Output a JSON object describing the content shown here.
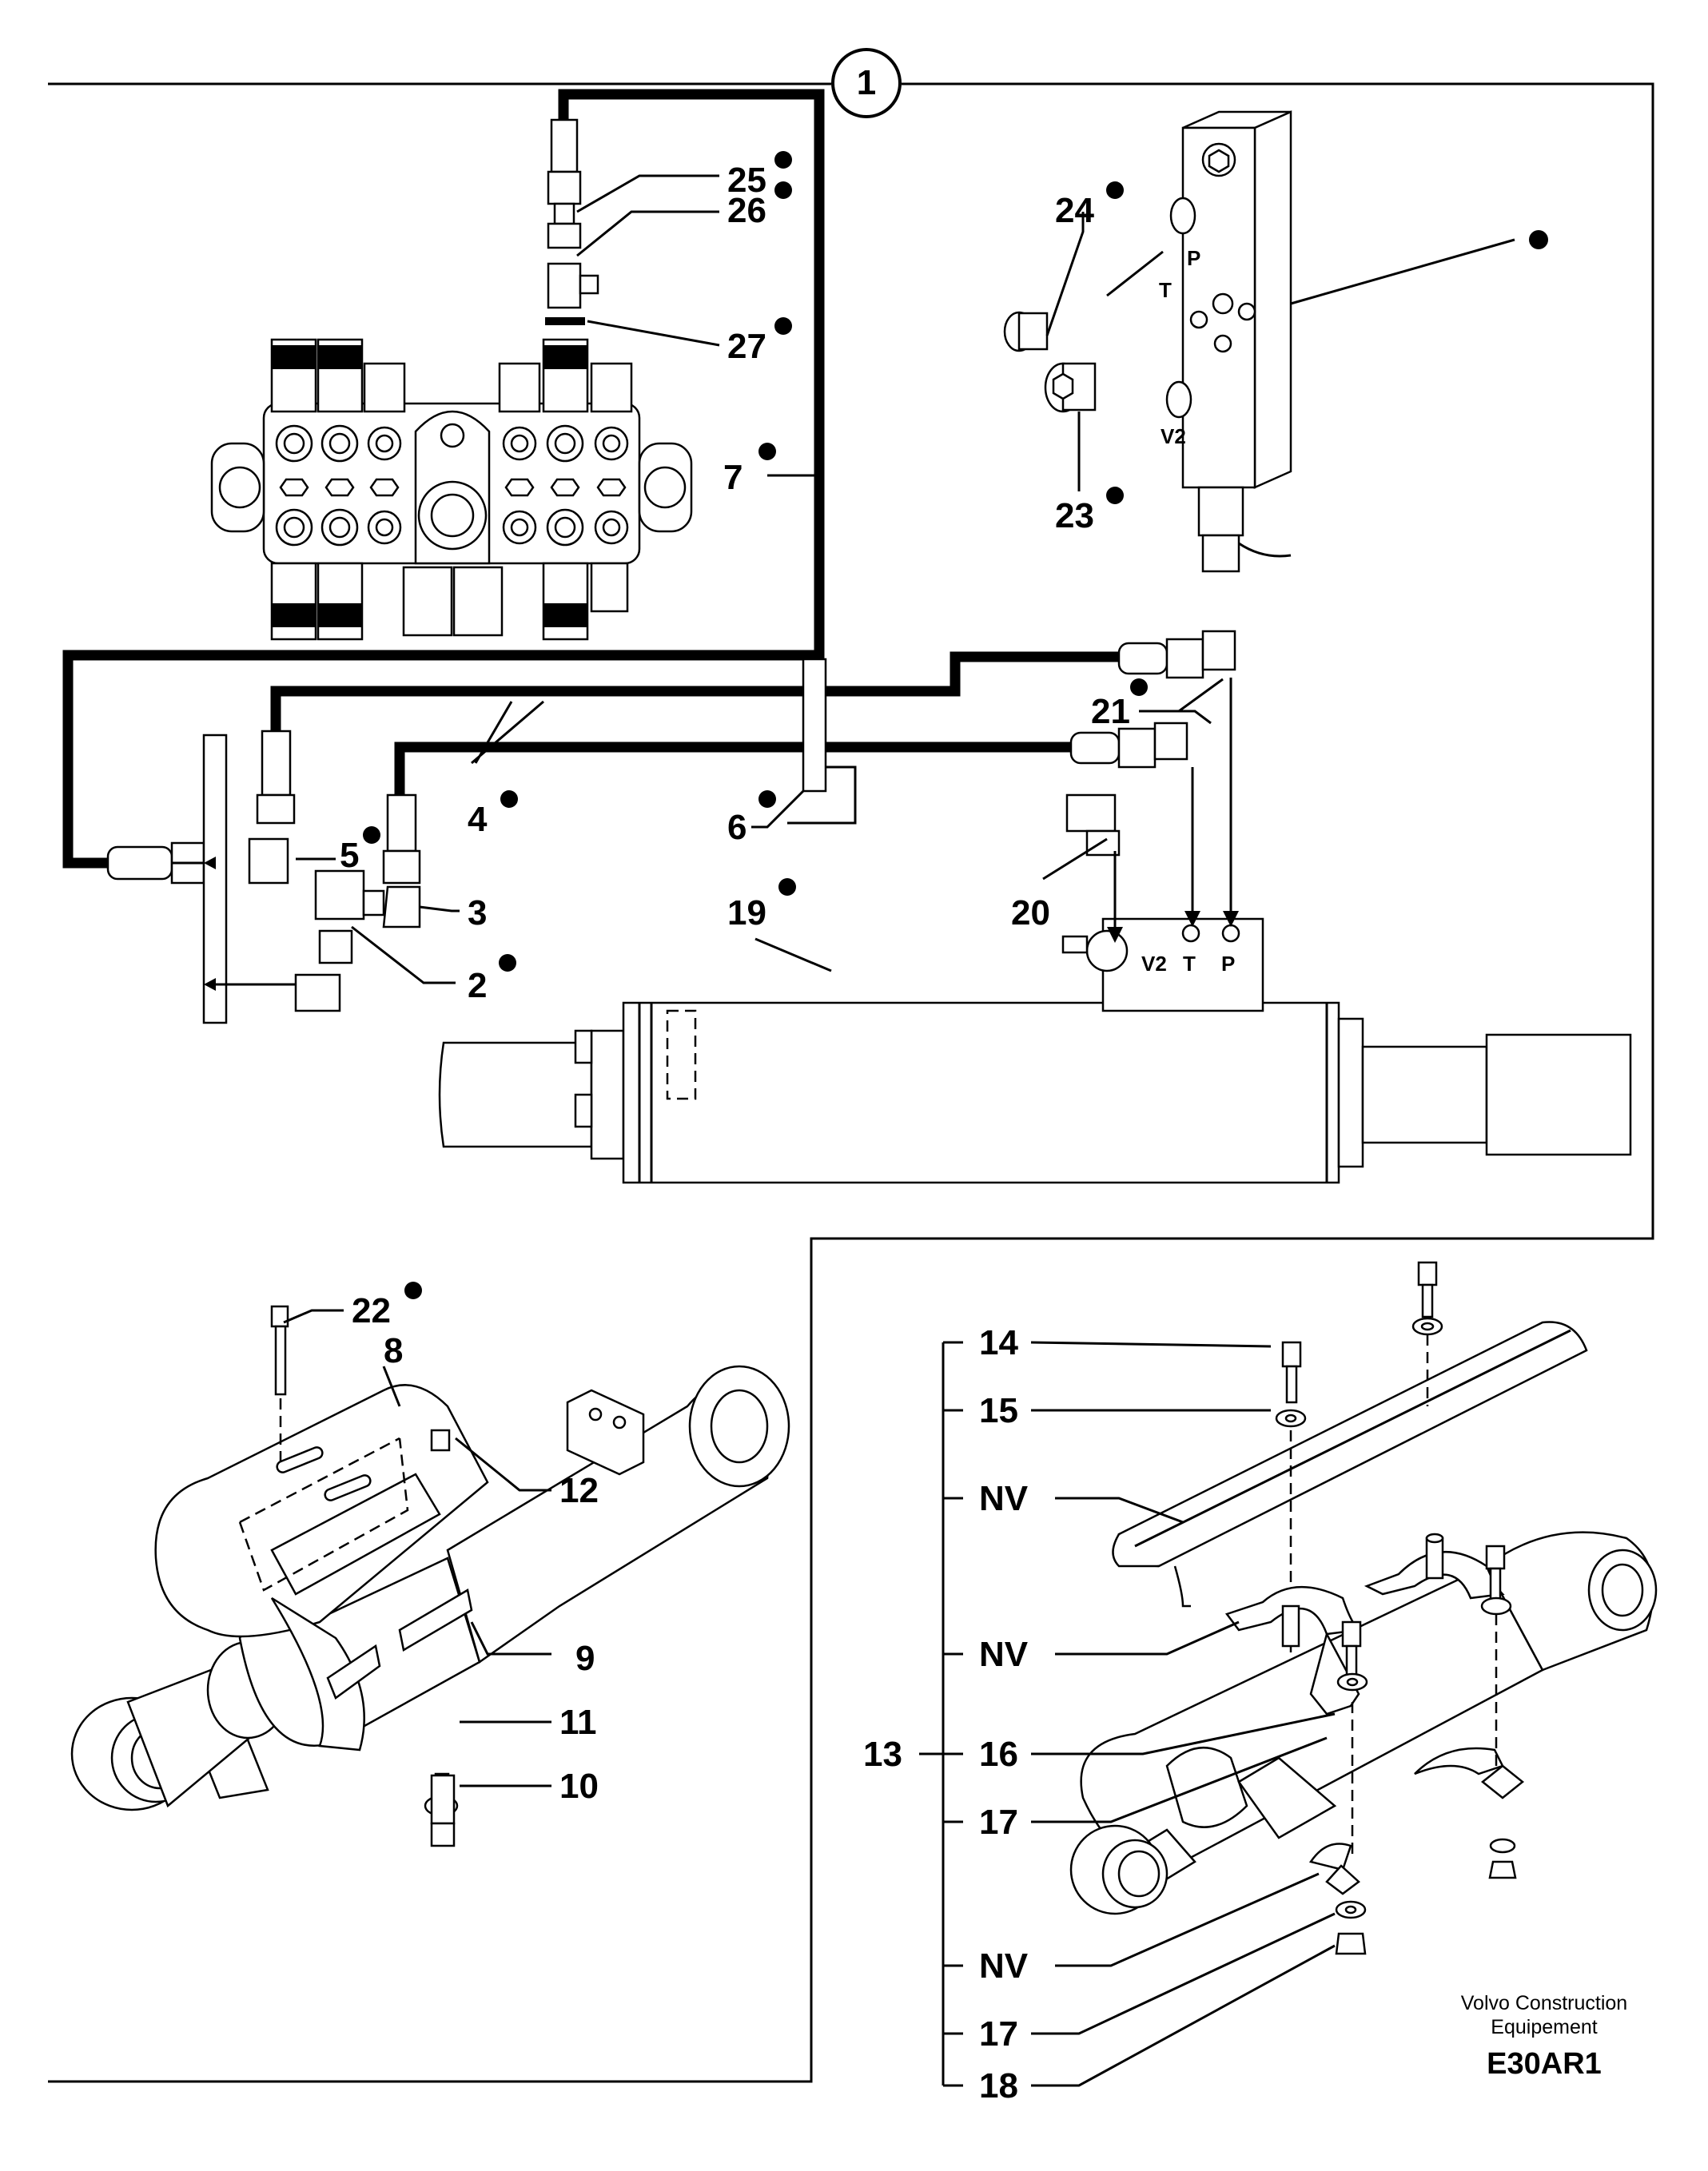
{
  "frame_number": "1",
  "top_panel": {
    "callouts": [
      "25",
      "26",
      "27",
      "24",
      "7",
      "23",
      "21",
      "4",
      "6",
      "5",
      "3",
      "2",
      "19",
      "20"
    ],
    "port_labels": {
      "p": "P",
      "t": "T",
      "v2": "V2"
    }
  },
  "left_panel": {
    "callouts": [
      "22",
      "8",
      "12",
      "9",
      "11",
      "10"
    ]
  },
  "right_panel": {
    "group_label": "13",
    "callouts": [
      "14",
      "15",
      "NV",
      "NV",
      "16",
      "17",
      "NV",
      "17",
      "18"
    ]
  },
  "footer": {
    "brand_line1": "Volvo Construction",
    "brand_line2": "Equipement",
    "code": "E30AR1"
  }
}
